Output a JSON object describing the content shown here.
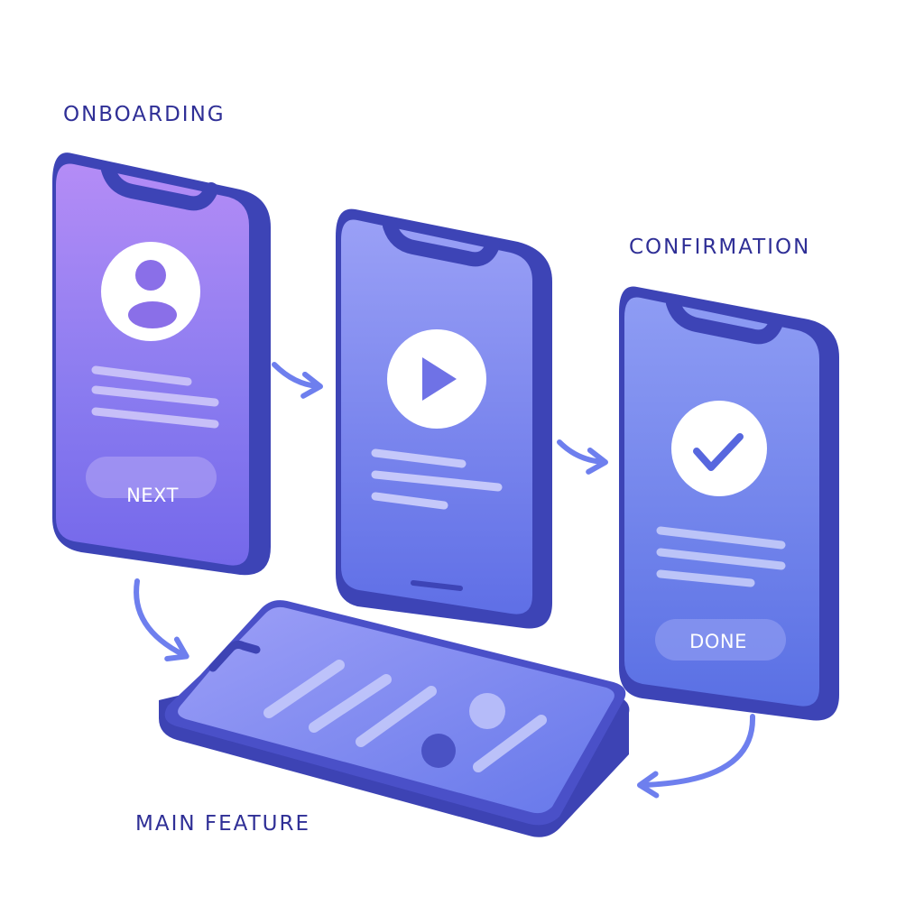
{
  "labels": {
    "onboarding": "ONBOARDING",
    "confirmation": "CONFIRMATION",
    "main_feature": "MAIN FEATURE"
  },
  "buttons": {
    "next": "NEXT",
    "done": "DONE"
  },
  "icons": {
    "screen1": "user-icon",
    "screen2": "play-icon",
    "screen3": "checkmark-icon"
  },
  "colors": {
    "label_text": "#2f2f96",
    "phone_frame": "#4145b8",
    "screen_top": "#b08af5",
    "screen_bottom": "#5d72e6",
    "arrow": "#6e7fee"
  }
}
